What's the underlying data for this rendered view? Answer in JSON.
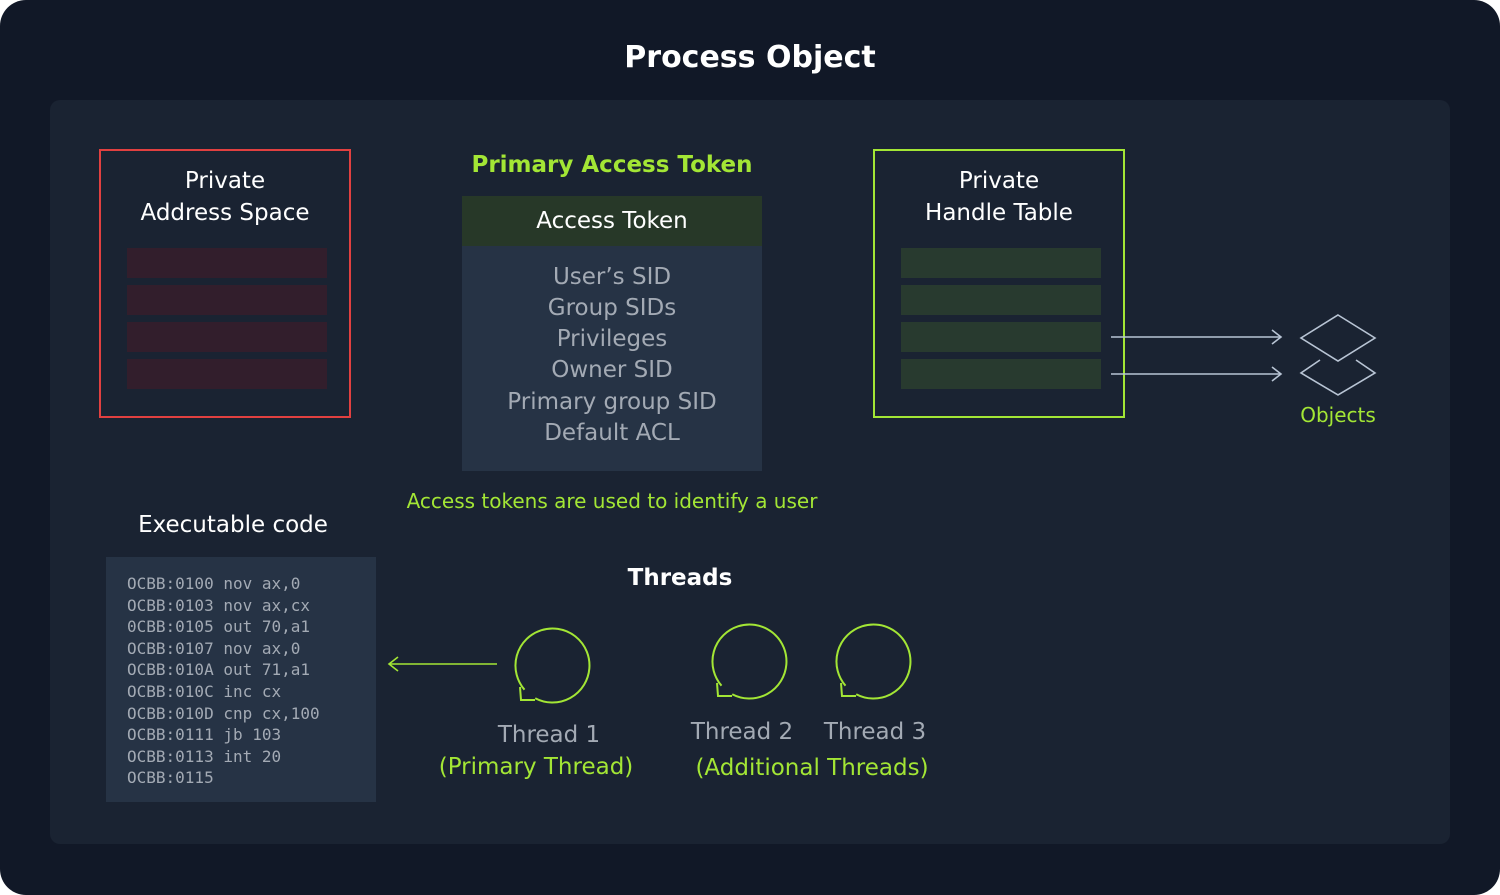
{
  "title": "Process Object",
  "private_address_space": {
    "title_line1": "Private",
    "title_line2": "Address Space"
  },
  "primary_access_token": {
    "label": "Primary Access Token",
    "header": "Access Token",
    "fields": [
      "User’s SID",
      "Group SIDs",
      "Privileges",
      "Owner SID",
      "Primary group SID",
      "Default ACL"
    ],
    "note": "Access tokens are used to identify a user"
  },
  "private_handle_table": {
    "title_line1": "Private",
    "title_line2": "Handle Table"
  },
  "objects": {
    "label": "Objects"
  },
  "executable_code": {
    "label": "Executable code",
    "lines": [
      "OCBB:0100 nov ax,0",
      "OCBB:0103 nov ax,cx",
      "0CBB:0105 out 70,a1",
      "OCBB:0107 nov ax,0",
      "OCBB:010A out 71,a1",
      "OCBB:010C inc cx",
      "OCBB:010D cnp cx,100",
      "OCBB:0111 jb 103",
      "OCBB:0113 int 20",
      "OCBB:0115"
    ]
  },
  "threads": {
    "label": "Threads",
    "thread1": "Thread 1",
    "thread1_sub": "(Primary Thread)",
    "thread2": "Thread 2",
    "thread3": "Thread 3",
    "additional_sub": "(Additional Threads)"
  },
  "colors": {
    "background": "#111827",
    "panel": "#1a2332",
    "accent_green": "#a3e635",
    "accent_red": "#e14040"
  }
}
